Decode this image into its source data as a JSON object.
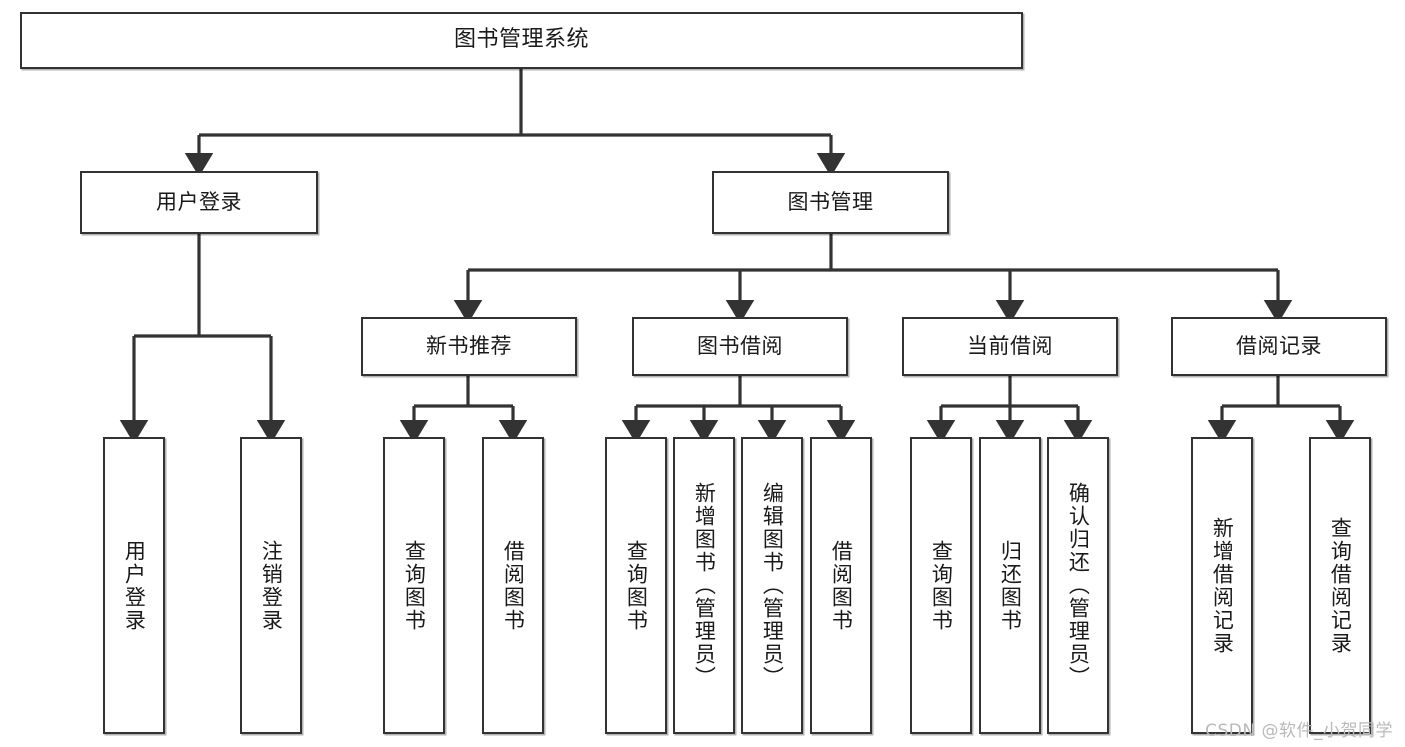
{
  "diagram": {
    "kind": "tree-hierarchy-chart",
    "root": {
      "label": "图书管理系统"
    },
    "level1": [
      {
        "label": "用户登录"
      },
      {
        "label": "图书管理"
      }
    ],
    "level2": [
      {
        "label": "新书推荐"
      },
      {
        "label": "图书借阅"
      },
      {
        "label": "当前借阅"
      },
      {
        "label": "借阅记录"
      }
    ],
    "leaves": {
      "user_login": [
        {
          "label": "用户登录"
        },
        {
          "label": "注销登录"
        }
      ],
      "new_book_recommend": [
        {
          "label": "查询图书"
        },
        {
          "label": "借阅图书"
        }
      ],
      "book_borrow": [
        {
          "label": "查询图书"
        },
        {
          "label": "新增图书（管理员）"
        },
        {
          "label": "编辑图书（管理员）"
        },
        {
          "label": "借阅图书"
        }
      ],
      "current_borrow": [
        {
          "label": "查询图书"
        },
        {
          "label": "归还图书"
        },
        {
          "label": "确认归还（管理员）"
        }
      ],
      "borrow_record": [
        {
          "label": "新增借阅记录"
        },
        {
          "label": "查询借阅记录"
        }
      ]
    }
  },
  "watermark": {
    "text": "CSDN @软件_小贺同学"
  },
  "colors": {
    "stroke": "#333333",
    "fill": "#ffffff",
    "text": "#1a1a1a",
    "watermark": "#b9b9b9"
  }
}
